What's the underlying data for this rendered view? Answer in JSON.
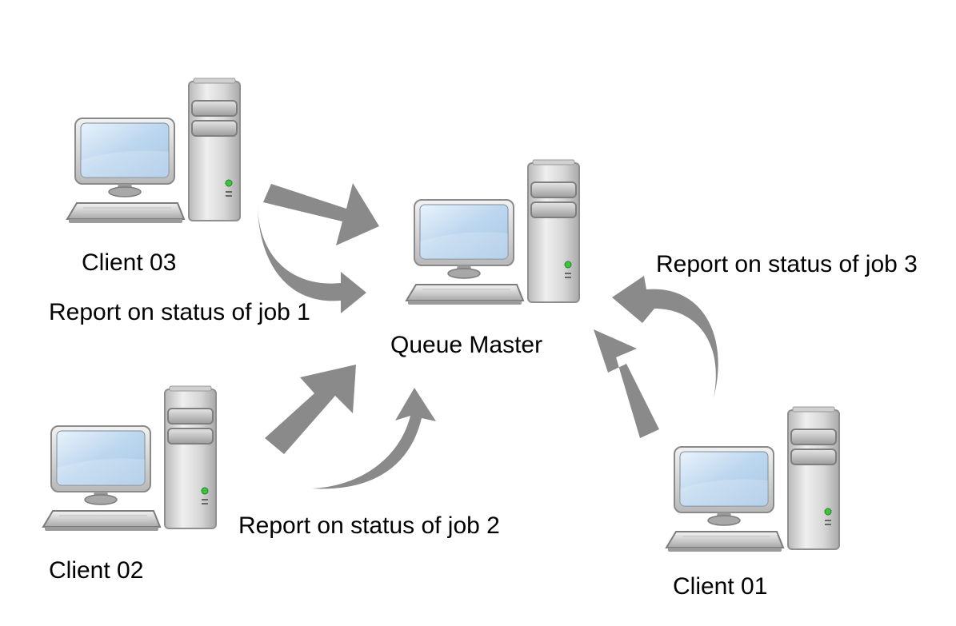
{
  "nodes": {
    "queue_master": {
      "label": "Queue Master"
    },
    "client_03": {
      "label": "Client 03"
    },
    "client_02": {
      "label": "Client 02"
    },
    "client_01": {
      "label": "Client 01"
    }
  },
  "edges": {
    "job_1": {
      "label": "Report on status of job 1"
    },
    "job_2": {
      "label": "Report on status of job 2"
    },
    "job_3": {
      "label": "Report on status of job 3"
    }
  },
  "colors": {
    "arrow": "#8a8a8a",
    "screen": "#bcd6ee",
    "case": "#d9d9d9",
    "led": "#3cc43c"
  },
  "icons": [
    "desktop-computer-icon"
  ]
}
